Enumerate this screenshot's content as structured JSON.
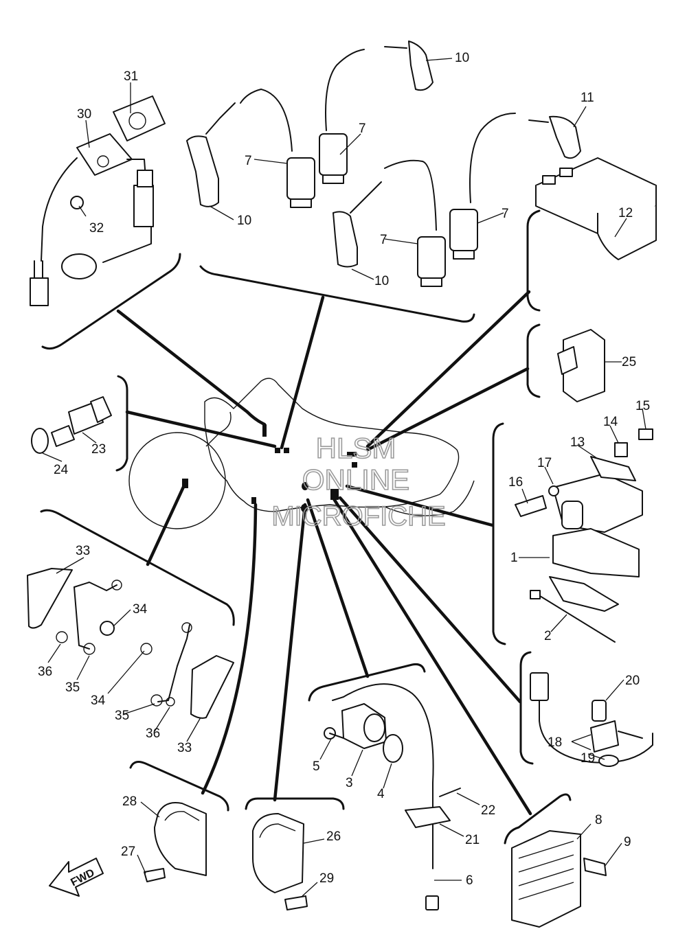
{
  "watermark": {
    "line1": "HLSM",
    "line2": "ONLINE",
    "line3": "MICROFICHE"
  },
  "direction_label": "FWD",
  "callouts": [
    "1",
    "2",
    "3",
    "4",
    "5",
    "6",
    "7",
    "8",
    "9",
    "10",
    "11",
    "12",
    "13",
    "14",
    "15",
    "16",
    "17",
    "18",
    "19",
    "20",
    "21",
    "22",
    "23",
    "24",
    "25",
    "26",
    "27",
    "28",
    "29",
    "30",
    "31",
    "32",
    "33",
    "34",
    "35",
    "36"
  ]
}
